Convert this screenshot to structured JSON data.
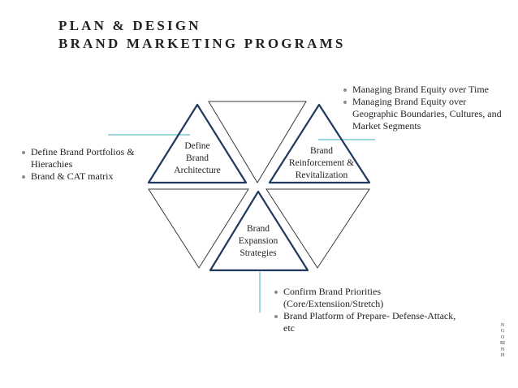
{
  "title": {
    "line1": "PLAN & DESIGN",
    "line2": "BRAND MARKETING PROGRAMS"
  },
  "triangles": {
    "left": [
      "Define",
      "Brand",
      "Architecture"
    ],
    "right": [
      "Brand",
      "Reinforcement &",
      "Revitalization"
    ],
    "bottom": [
      "Brand",
      "Expansion",
      "Strategies"
    ]
  },
  "bullets": {
    "top_right": [
      "Managing Brand Equity over Time",
      "Managing Brand Equity over Geographic Boundaries, Cultures, and Market Segments"
    ],
    "left": [
      "Define Brand Portfolios & Hierachies",
      "Brand & CAT  matrix"
    ],
    "bottom": [
      "Confirm Brand Priorities (Core/Extensiion/Stretch)",
      "Brand Platform of Prepare- Defense-Attack, etc"
    ]
  },
  "side_text": "NGO BINH",
  "colors": {
    "highlight_stroke": "#1f3a5c",
    "outline_stroke": "#3a3a3a",
    "accent_line": "#5bbfc6"
  }
}
